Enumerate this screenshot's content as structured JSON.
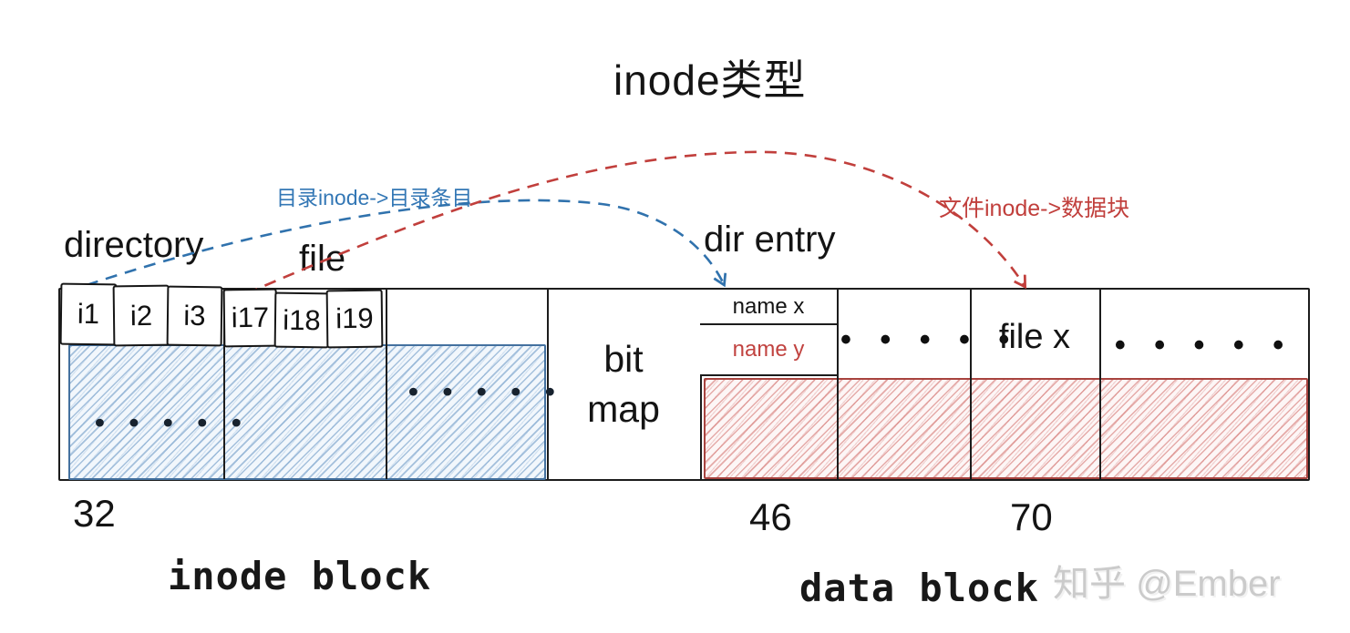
{
  "title": "inode类型",
  "labels": {
    "directory": "directory",
    "file": "file",
    "dir_entry": "dir entry"
  },
  "arrows": {
    "directory_to_dir_entry": {
      "label": "目录inode->目录条目",
      "color": "#3377b5"
    },
    "file_to_data_block": {
      "label": "文件inode->数据块",
      "color": "#c13f3c"
    }
  },
  "strip": {
    "inode_section": {
      "inodes": [
        "i1",
        "i2",
        "i3",
        "i17",
        "i18",
        "i19"
      ],
      "dots_left": "• • • • •",
      "dots_right": "• • • • •"
    },
    "bitmap_label": "bit map",
    "data_section": {
      "dir_entry_rows": [
        {
          "text": "name x"
        },
        {
          "text": "name y"
        }
      ],
      "dots_1": "• • • • •",
      "file_x_label": "file x",
      "dots_2": "• • • • •"
    }
  },
  "block_numbers": {
    "inode_block_start": "32",
    "data_block_start": "46",
    "file_x_block": "70"
  },
  "captions": {
    "inode_block": "inode block",
    "data_block": "data block"
  },
  "watermark": "知乎 @Ember",
  "colors": {
    "blue_hatch_border": "#44719f",
    "blue_hatch_line": "#a9c6e4",
    "red_hatch_border": "#a8433f",
    "red_hatch_line": "#e2a19f",
    "arrow_blue": "#3072ad",
    "arrow_red": "#c13f3c",
    "name_y_red": "#c14340"
  }
}
